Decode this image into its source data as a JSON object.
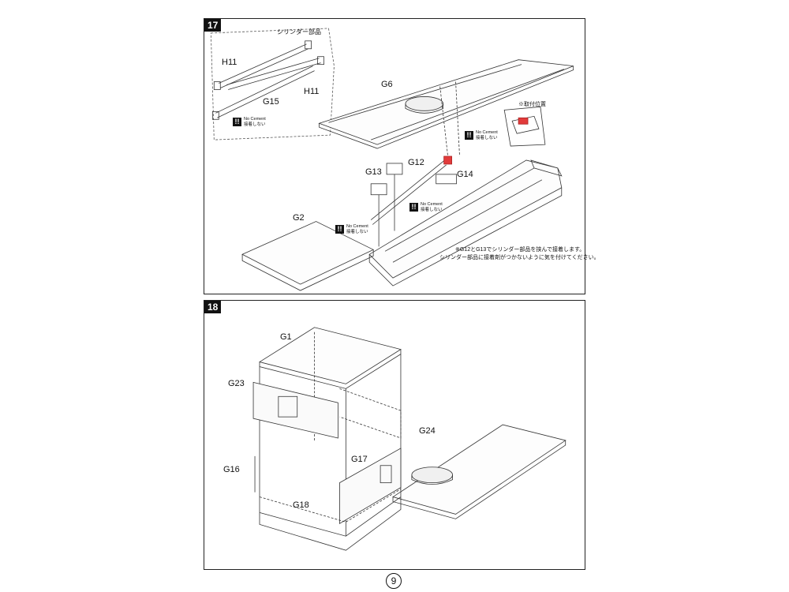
{
  "page_number": "9",
  "steps": [
    {
      "number": "17",
      "inset_title": "シリンダー部品",
      "labels": {
        "h11_a": "H11",
        "g15": "G15",
        "h11_b": "H11",
        "g6": "G6",
        "g12": "G12",
        "g13": "G13",
        "g14": "G14",
        "g2": "G2"
      },
      "warnings": [
        {
          "en": "No Cement",
          "jp": "接着しない"
        },
        {
          "en": "No Cement",
          "jp": "接着しない"
        },
        {
          "en": "No Cement",
          "jp": "接着しない"
        },
        {
          "en": "No Cement",
          "jp": "接着しない"
        }
      ],
      "position_note": "※取付位置",
      "notes": [
        "※G12とG13でシリンダー部品を挟んで接着します。",
        "シリンダー部品に接着剤がつかないように気を付けてください。"
      ]
    },
    {
      "number": "18",
      "labels": {
        "g1": "G1",
        "g23": "G23",
        "g24": "G24",
        "g17": "G17",
        "g16": "G16",
        "g18": "G18"
      }
    }
  ],
  "colors": {
    "line": "#333333",
    "highlight": "#e23b3b",
    "panel_border": "#222222"
  }
}
